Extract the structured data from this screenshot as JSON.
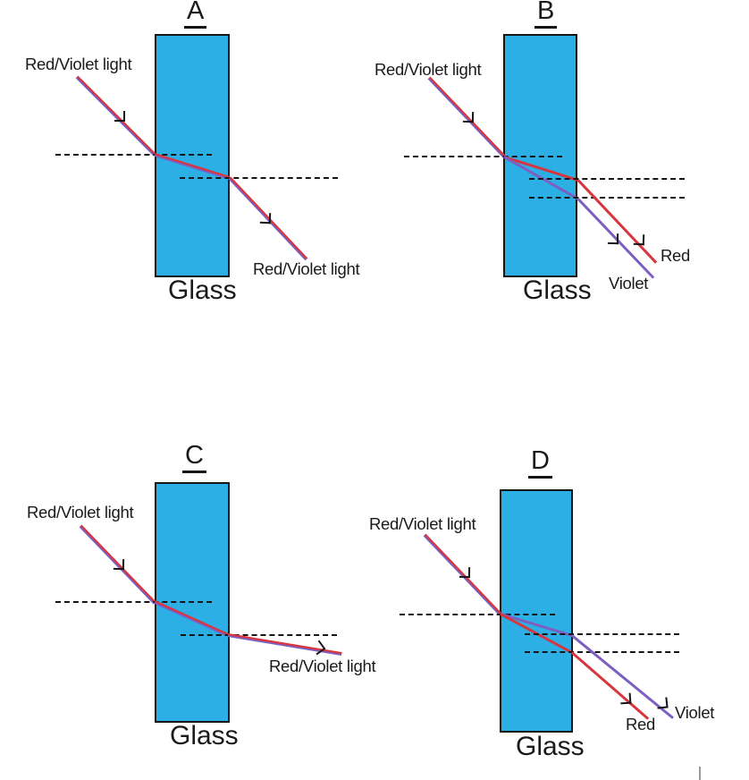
{
  "colors": {
    "glass_fill": "#2BAFE4",
    "ray_red": "#D8353E",
    "ray_violet": "#7C5FC1",
    "ink": "#1A1A1A",
    "caret": "#9A9A9A"
  },
  "panels": {
    "a": {
      "title": "A",
      "incident_label": "Red/Violet light",
      "exit_label": "Red/Violet light",
      "glass_label": "Glass"
    },
    "b": {
      "title": "B",
      "incident_label": "Red/Violet light",
      "red_label": "Red",
      "violet_label": "Violet",
      "glass_label": "Glass"
    },
    "c": {
      "title": "C",
      "incident_label": "Red/Violet light",
      "exit_label": "Red/Violet light",
      "glass_label": "Glass"
    },
    "d": {
      "title": "D",
      "incident_label": "Red/Violet light",
      "red_label": "Red",
      "violet_label": "Violet",
      "glass_label": "Glass"
    }
  }
}
